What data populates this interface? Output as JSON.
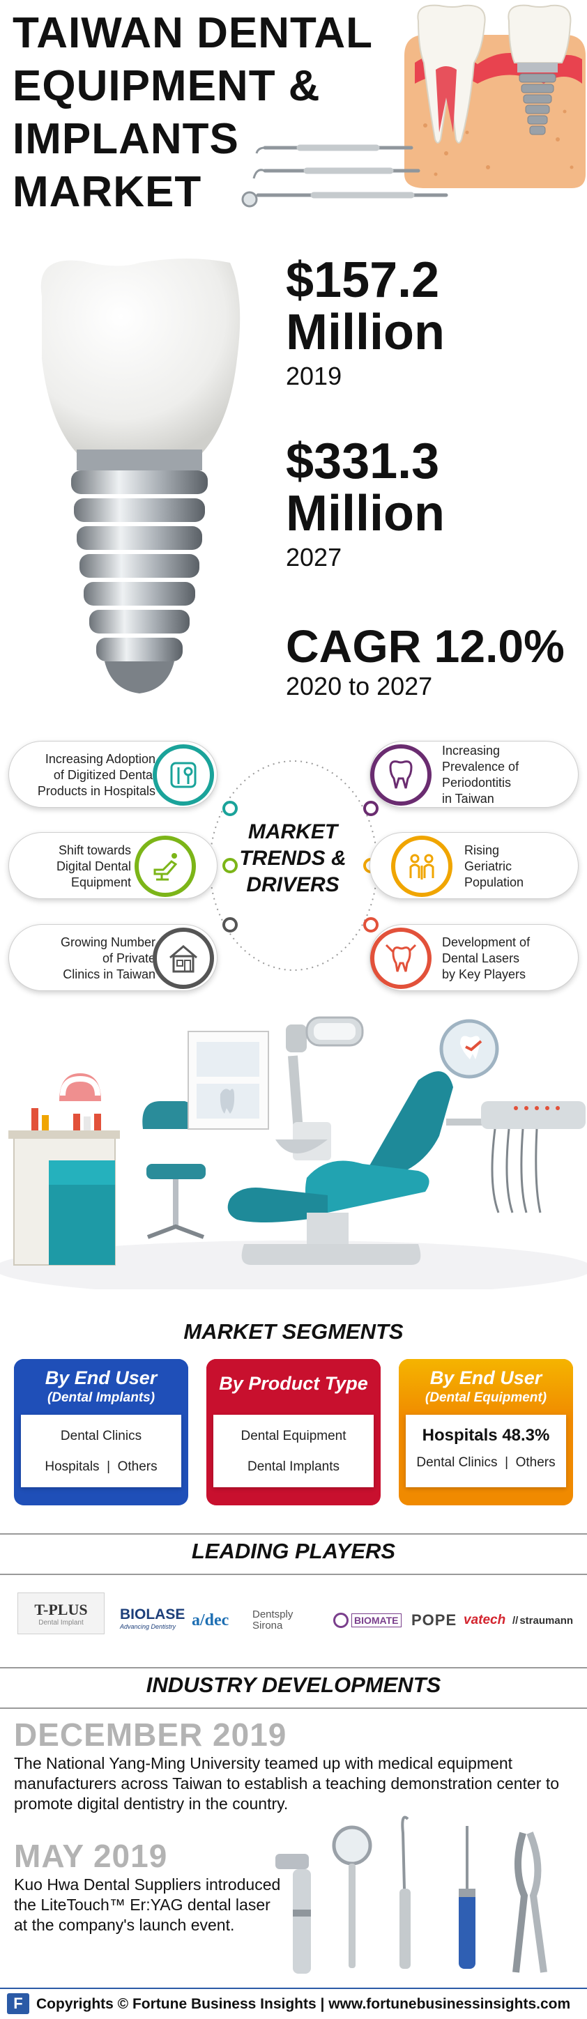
{
  "header": {
    "title": "TAIWAN DENTAL\nEQUIPMENT &\nIMPLANTS\nMARKET"
  },
  "stats": {
    "value_2019": "$157.2",
    "unit_2019": "Million",
    "year_2019": "2019",
    "value_2027": "$331.3",
    "unit_2027": "Million",
    "year_2027": "2027",
    "cagr": "CAGR 12.0%",
    "cagr_period": "2020 to 2027"
  },
  "trends": {
    "center_title": "MARKET\nTRENDS &\nDRIVERS",
    "items": [
      {
        "text": "Increasing Adoption\nof Digitized Dental\nProducts in Hospitals",
        "icon": "dental-tools-icon",
        "color": "#1aa39a"
      },
      {
        "text": "Shift towards\nDigital Dental\nEquipment",
        "icon": "dental-chair-icon",
        "color": "#7cb518"
      },
      {
        "text": "Growing Number\nof Private\nClinics in Taiwan",
        "icon": "clinic-icon",
        "color": "#555555"
      },
      {
        "text": "Increasing\nPrevalence of\nPeriodontitis\nin Taiwan",
        "icon": "tooth-gum-icon",
        "color": "#6a2c70"
      },
      {
        "text": "Rising\nGeriatric\nPopulation",
        "icon": "elderly-people-icon",
        "color": "#f0a500"
      },
      {
        "text": "Development of\nDental Lasers\nby Key Players",
        "icon": "laser-tooth-icon",
        "color": "#e2513a"
      }
    ]
  },
  "segments": {
    "title": "MARKET SEGMENTS",
    "cards": [
      {
        "head": "By End User",
        "sub": "(Dental Implants)",
        "line1": "Dental Clinics",
        "line2": "Hospitals  |  Others",
        "color": "#1f4fb8"
      },
      {
        "head": "By Product Type",
        "sub": "",
        "line1": "Dental Equipment",
        "line2": "Dental Implants",
        "color": "#c8102e"
      },
      {
        "head": "By End User",
        "sub": "(Dental Equipment)",
        "line1": "Hospitals 48.3%",
        "line2": "Dental Clinics  |  Others",
        "color": "#f08a00"
      }
    ]
  },
  "players": {
    "title": "LEADING PLAYERS",
    "logos": [
      "T-PLUS",
      "Dental Implant",
      "BIOLASE",
      "Advancing Dentistry",
      "a/dec",
      "Dentsply",
      "Sirona",
      "BIOMATE",
      "POPE",
      "vatech",
      "straumann"
    ]
  },
  "developments": {
    "title": "INDUSTRY DEVELOPMENTS",
    "items": [
      {
        "date": "DECEMBER 2019",
        "text": "The National Yang-Ming University teamed up with medical equipment manufacturers across Taiwan to establish a teaching demonstration center to promote digital dentistry in the country."
      },
      {
        "date": "MAY 2019",
        "text": "Kuo Hwa Dental Suppliers introduced the LiteTouch™ Er:YAG dental laser at the company's launch event."
      }
    ]
  },
  "footer": {
    "text": "Copyrights © Fortune Business Insights | www.fortunebusinessinsights.com",
    "logo_letter": "F"
  }
}
